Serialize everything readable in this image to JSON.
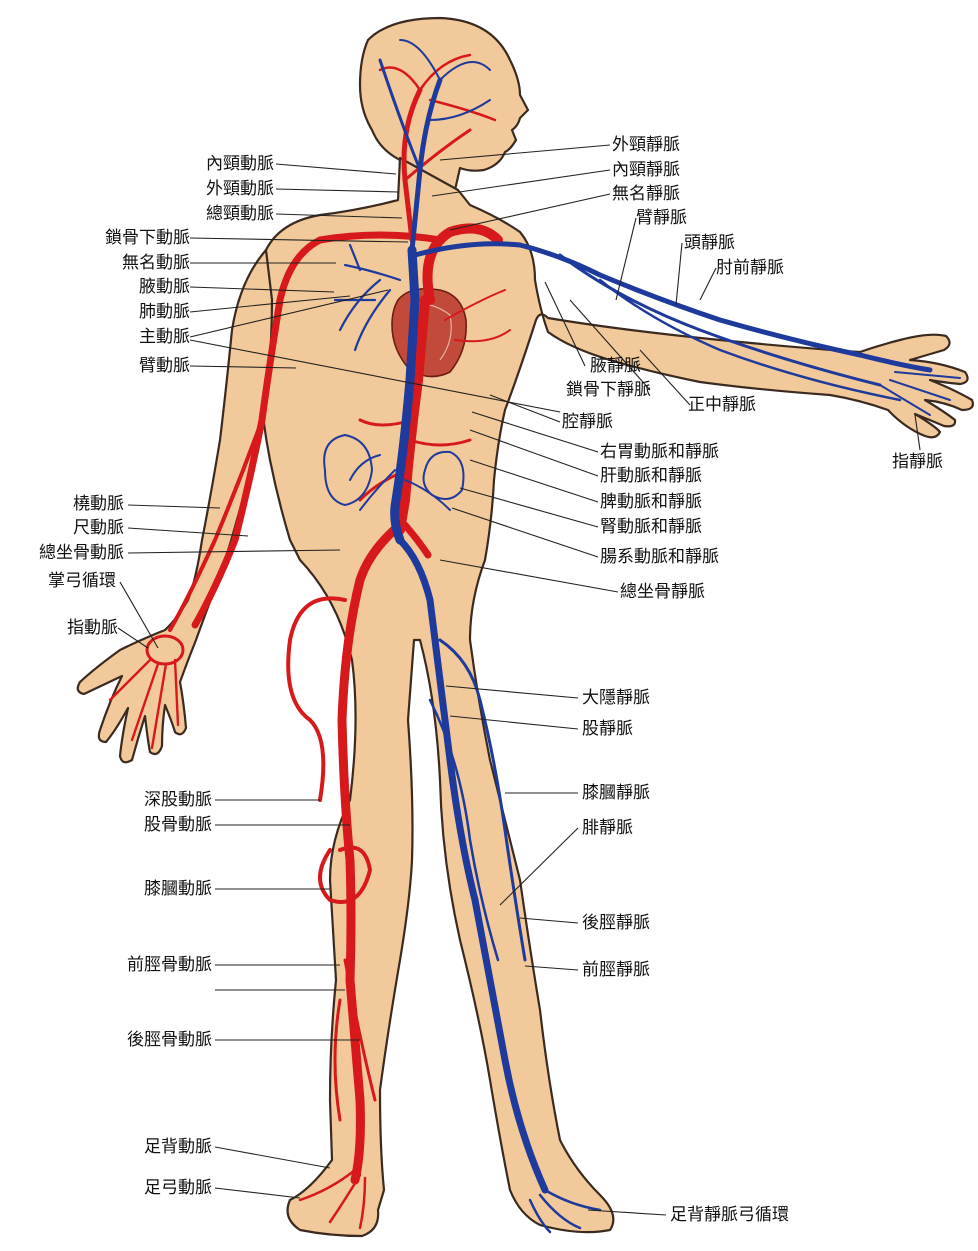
{
  "colors": {
    "skin": "#f2c99a",
    "outline": "#3a2a20",
    "artery": "#d8191b",
    "vein": "#1d3a9c",
    "heart": "#c24a3a",
    "leader": "#222222"
  },
  "labels": {
    "left": {
      "nei_jing_dong_mai": "內頸動脈",
      "wai_jing_dong_mai": "外頸動脈",
      "zong_jing_dong_mai": "總頸動脈",
      "suo_gu_xia_dong_mai": "鎖骨下動脈",
      "wu_ming_dong_mai": "無名動脈",
      "ye_dong_mai": "腋動脈",
      "fei_dong_mai": "肺動脈",
      "zhu_dong_mai": "主動脈",
      "bi_dong_mai": "臂動脈",
      "rao_dong_mai": "橈動脈",
      "chi_dong_mai": "尺動脈",
      "zong_zuo_gu_dong_mai": "總坐骨動脈",
      "zhang_gong_xun_huan": "掌弓循環",
      "zhi_dong_mai": "指動脈",
      "shen_gu_dong_mai": "深股動脈",
      "gu_gu_dong_mai": "股骨動脈",
      "xi_guo_dong_mai": "膝膕動脈",
      "qian_jing_gu_dong_mai": "前脛骨動脈",
      "hou_jing_gu_dong_mai": "後脛骨動脈",
      "zu_bei_dong_mai": "足背動脈",
      "zu_gong_dong_mai": "足弓動脈"
    },
    "right": {
      "wai_jing_jing_mai": "外頸靜脈",
      "nei_jing_jing_mai": "內頸靜脈",
      "wu_ming_jing_mai": "無名靜脈",
      "bi_jing_mai": "臂靜脈",
      "tou_jing_mai": "頭靜脈",
      "zhou_qian_jing_mai": "肘前靜脈",
      "ye_jing_mai": "腋靜脈",
      "suo_gu_xia_jing_mai": "鎖骨下靜脈",
      "zheng_zhong_jing_mai": "正中靜脈",
      "qiang_jing_mai": "腔靜脈",
      "you_wei": "右胃動脈和靜脈",
      "gan": "肝動脈和靜脈",
      "pi": "脾動脈和靜脈",
      "shen": "腎動脈和靜脈",
      "chang_xi": "腸系動脈和靜脈",
      "zong_zuo_gu_jing_mai": "總坐骨靜脈",
      "zhi_jing_mai": "指靜脈",
      "da_yin_jing_mai": "大隱靜脈",
      "gu_jing_mai": "股靜脈",
      "xi_guo_jing_mai": "膝膕靜脈",
      "fei_jing_mai": "腓靜脈",
      "hou_jing_jing_mai": "後脛靜脈",
      "qian_jing_jing_mai": "前脛靜脈",
      "zu_bei_gong": "足背靜脈弓循環"
    }
  }
}
